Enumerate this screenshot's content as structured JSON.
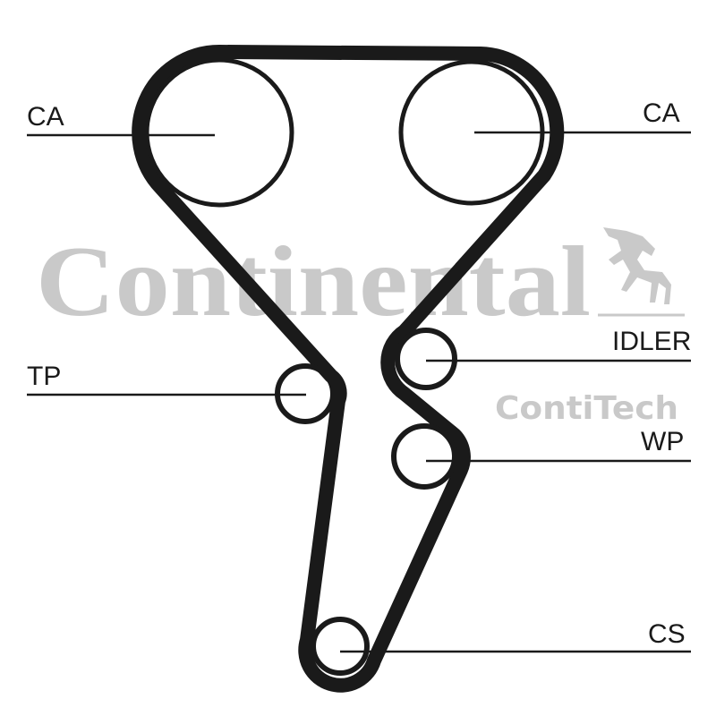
{
  "watermark": {
    "brand": "Continental",
    "sub_brand": "ContiTech",
    "color": "#c9c9c9"
  },
  "labels": {
    "cam_left": "CA",
    "cam_right": "CA",
    "tensioner": "TP",
    "idler": "IDLER",
    "water_pump": "WP",
    "crankshaft": "CS"
  },
  "colors": {
    "belt": "#1a1a1a",
    "background": "#ffffff"
  }
}
